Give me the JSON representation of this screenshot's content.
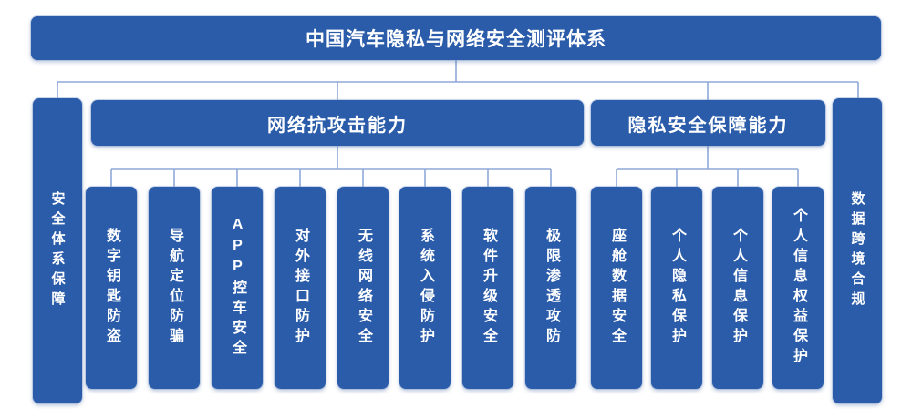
{
  "title": "中国汽车隐私与网络安全测评体系",
  "left_rail": {
    "label": "安全体系保障"
  },
  "right_rail": {
    "label": "数据跨境合规"
  },
  "groups": [
    {
      "header": "网络抗攻击能力",
      "pillars": [
        "数字钥匙防盗",
        "导航定位防骗",
        "APP控车安全",
        "对外接口防护",
        "无线网络安全",
        "系统入侵防护",
        "软件升级安全",
        "极限渗透攻防"
      ]
    },
    {
      "header": "隐私安全保障能力",
      "pillars": [
        "座舱数据安全",
        "个人隐私保护",
        "个人信息保护",
        "个人信息权益保护"
      ]
    }
  ],
  "colors": {
    "box_blue": "#2b5caa",
    "connector_line": "#8fa9d8",
    "text": "#ffffff",
    "background": "#ffffff"
  }
}
